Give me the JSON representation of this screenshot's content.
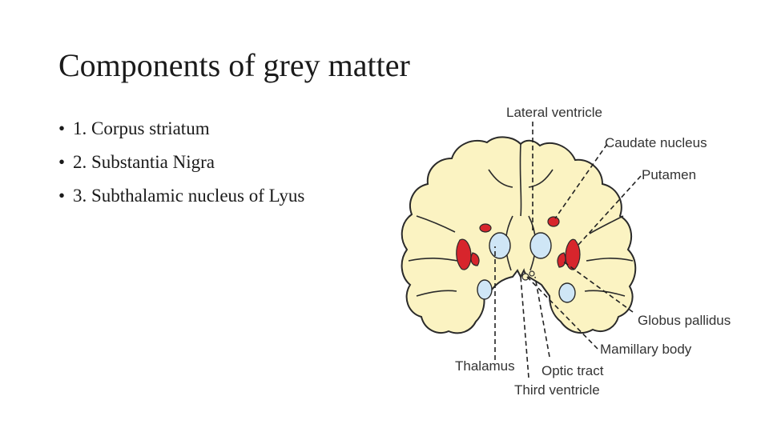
{
  "slide": {
    "title": "Components of grey matter",
    "bullets": [
      {
        "marker": "•",
        "text": "1. Corpus striatum"
      },
      {
        "marker": "•",
        "text": "2. Substantia Nigra"
      },
      {
        "marker": "•",
        "text": "3. Subthalamic nucleus of Lyus"
      }
    ]
  },
  "figure": {
    "labels": {
      "lateral_ventricle": "Lateral ventricle",
      "caudate_nucleus": "Caudate nucleus",
      "putamen": "Putamen",
      "globus_pallidus": "Globus pallidus",
      "mamillary_body": "Mamillary body",
      "thalamus": "Thalamus",
      "optic_tract": "Optic tract",
      "third_ventricle": "Third ventricle"
    },
    "colors": {
      "brain": "#fbf3c2",
      "outline": "#2a2a2a",
      "basal_ganglia": "#d7252c",
      "thalamus": "#cfe6f6"
    }
  }
}
